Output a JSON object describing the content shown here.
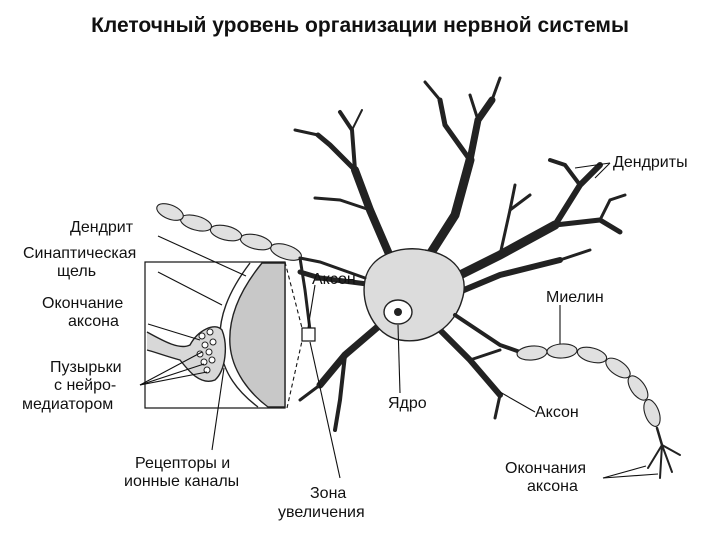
{
  "title": "Клеточный уровень организации нервной системы",
  "labels": {
    "dendrites": "Дендриты",
    "dendrite": "Дендрит",
    "synaptic_cleft_1": "Синаптическая",
    "synaptic_cleft_2": "щель",
    "axon_terminal_1": "Окончание",
    "axon_terminal_2": "аксона",
    "vesicles_1": "Пузырьки",
    "vesicles_2": "с нейро-",
    "vesicles_3": "медиатором",
    "axon_top": "Аксон",
    "myelin": "Миелин",
    "nucleus": "Ядро",
    "axon_bottom": "Аксон",
    "receptors_1": "Рецепторы и",
    "receptors_2": "ионные каналы",
    "zoom_zone_1": "Зона",
    "zoom_zone_2": "увеличения",
    "axon_endings_1": "Окончания",
    "axon_endings_2": "аксона"
  },
  "colors": {
    "line": "#111111",
    "cell_fill": "#dcdcdc",
    "background": "#ffffff"
  }
}
